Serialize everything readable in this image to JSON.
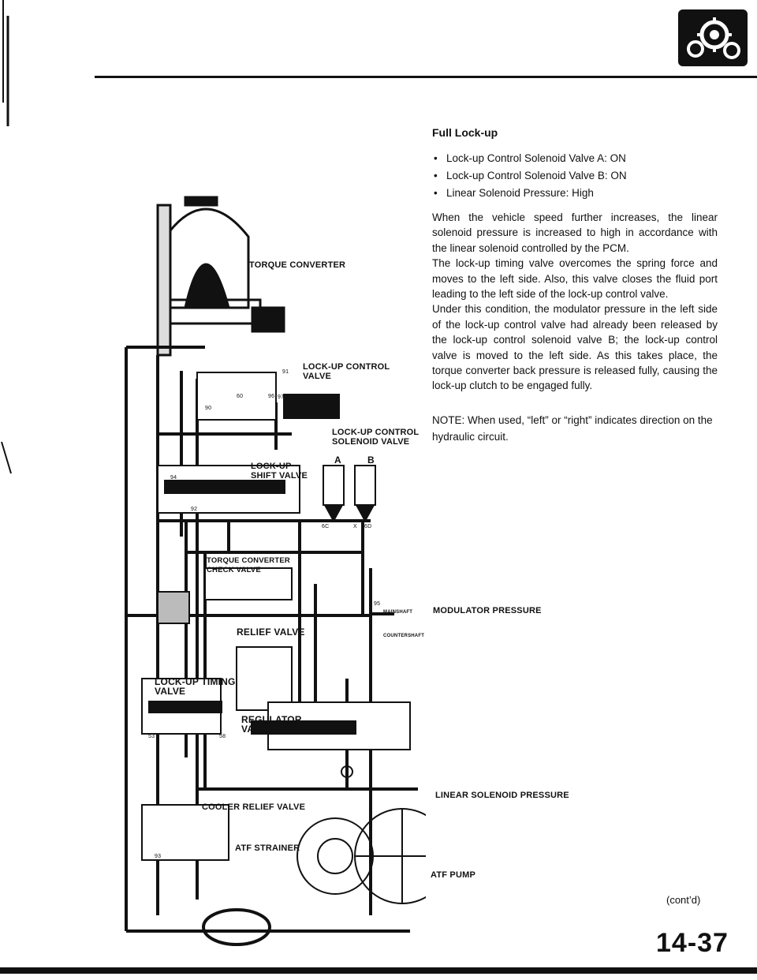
{
  "header": {
    "logo_icon": "transmission-gears-icon"
  },
  "section": {
    "title": "Full Lock-up",
    "conditions": [
      "Lock-up Control Solenoid Valve A: ON",
      "Lock-up Control Solenoid Valve B: ON",
      "Linear Solenoid Pressure: High"
    ],
    "paragraphs": [
      "When the vehicle speed further increases, the linear solenoid pressure is increased to high in accordance with the linear solenoid controlled by the PCM.",
      "The lock-up timing valve overcomes the spring force and moves to the left side. Also, this valve closes the fluid port leading to the left side of the lock-up control valve.",
      "Under this condition, the modulator pressure in the left side of the lock-up control valve had already been released by the lock-up control solenoid valve B; the lock-up control valve is moved to the left side. As this takes place, the torque converter back pressure is released fully, causing the lock-up clutch to be engaged fully."
    ],
    "note": "NOTE: When used, “left” or “right” indicates direction on the hydraulic circuit."
  },
  "diagram": {
    "labels": {
      "torque_converter": "TORQUE CONVERTER",
      "lockup_control_valve_1": "LOCK-UP CONTROL",
      "lockup_control_valve_2": "VALVE",
      "lockup_control_solenoid_1": "LOCK-UP CONTROL",
      "lockup_control_solenoid_2": "SOLENOID VALVE",
      "solenoid_a": "A",
      "solenoid_b": "B",
      "lockup_shift_1": "LOCK-UP",
      "lockup_shift_2": "SHIFT VALVE",
      "tc_check_1": "TORQUE CONVERTER",
      "tc_check_2": "CHECK VALVE",
      "modulator_pressure": "MODULATOR PRESSURE",
      "relief_valve": "RELIEF VALVE",
      "lockup_timing_1": "LOCK-UP TIMING",
      "lockup_timing_2": "VALVE",
      "regulator_1": "REGULATOR",
      "regulator_2": "VALVE",
      "linear_solenoid_pressure": "LINEAR SOLENOID PRESSURE",
      "cooler_relief": "COOLER RELIEF VALVE",
      "atf_strainer": "ATF STRAINER",
      "atf_pump": "ATF PUMP",
      "mainshaft": "MAINSHAFT",
      "countershaft": "COUNTERSHAFT"
    },
    "ports": [
      "91",
      "90",
      "60",
      "97",
      "96",
      "94",
      "92",
      "93",
      "95",
      "6C",
      "6D",
      "X",
      "53",
      "58"
    ]
  },
  "footer": {
    "contd": "(cont’d)",
    "page_number": "14-37"
  }
}
